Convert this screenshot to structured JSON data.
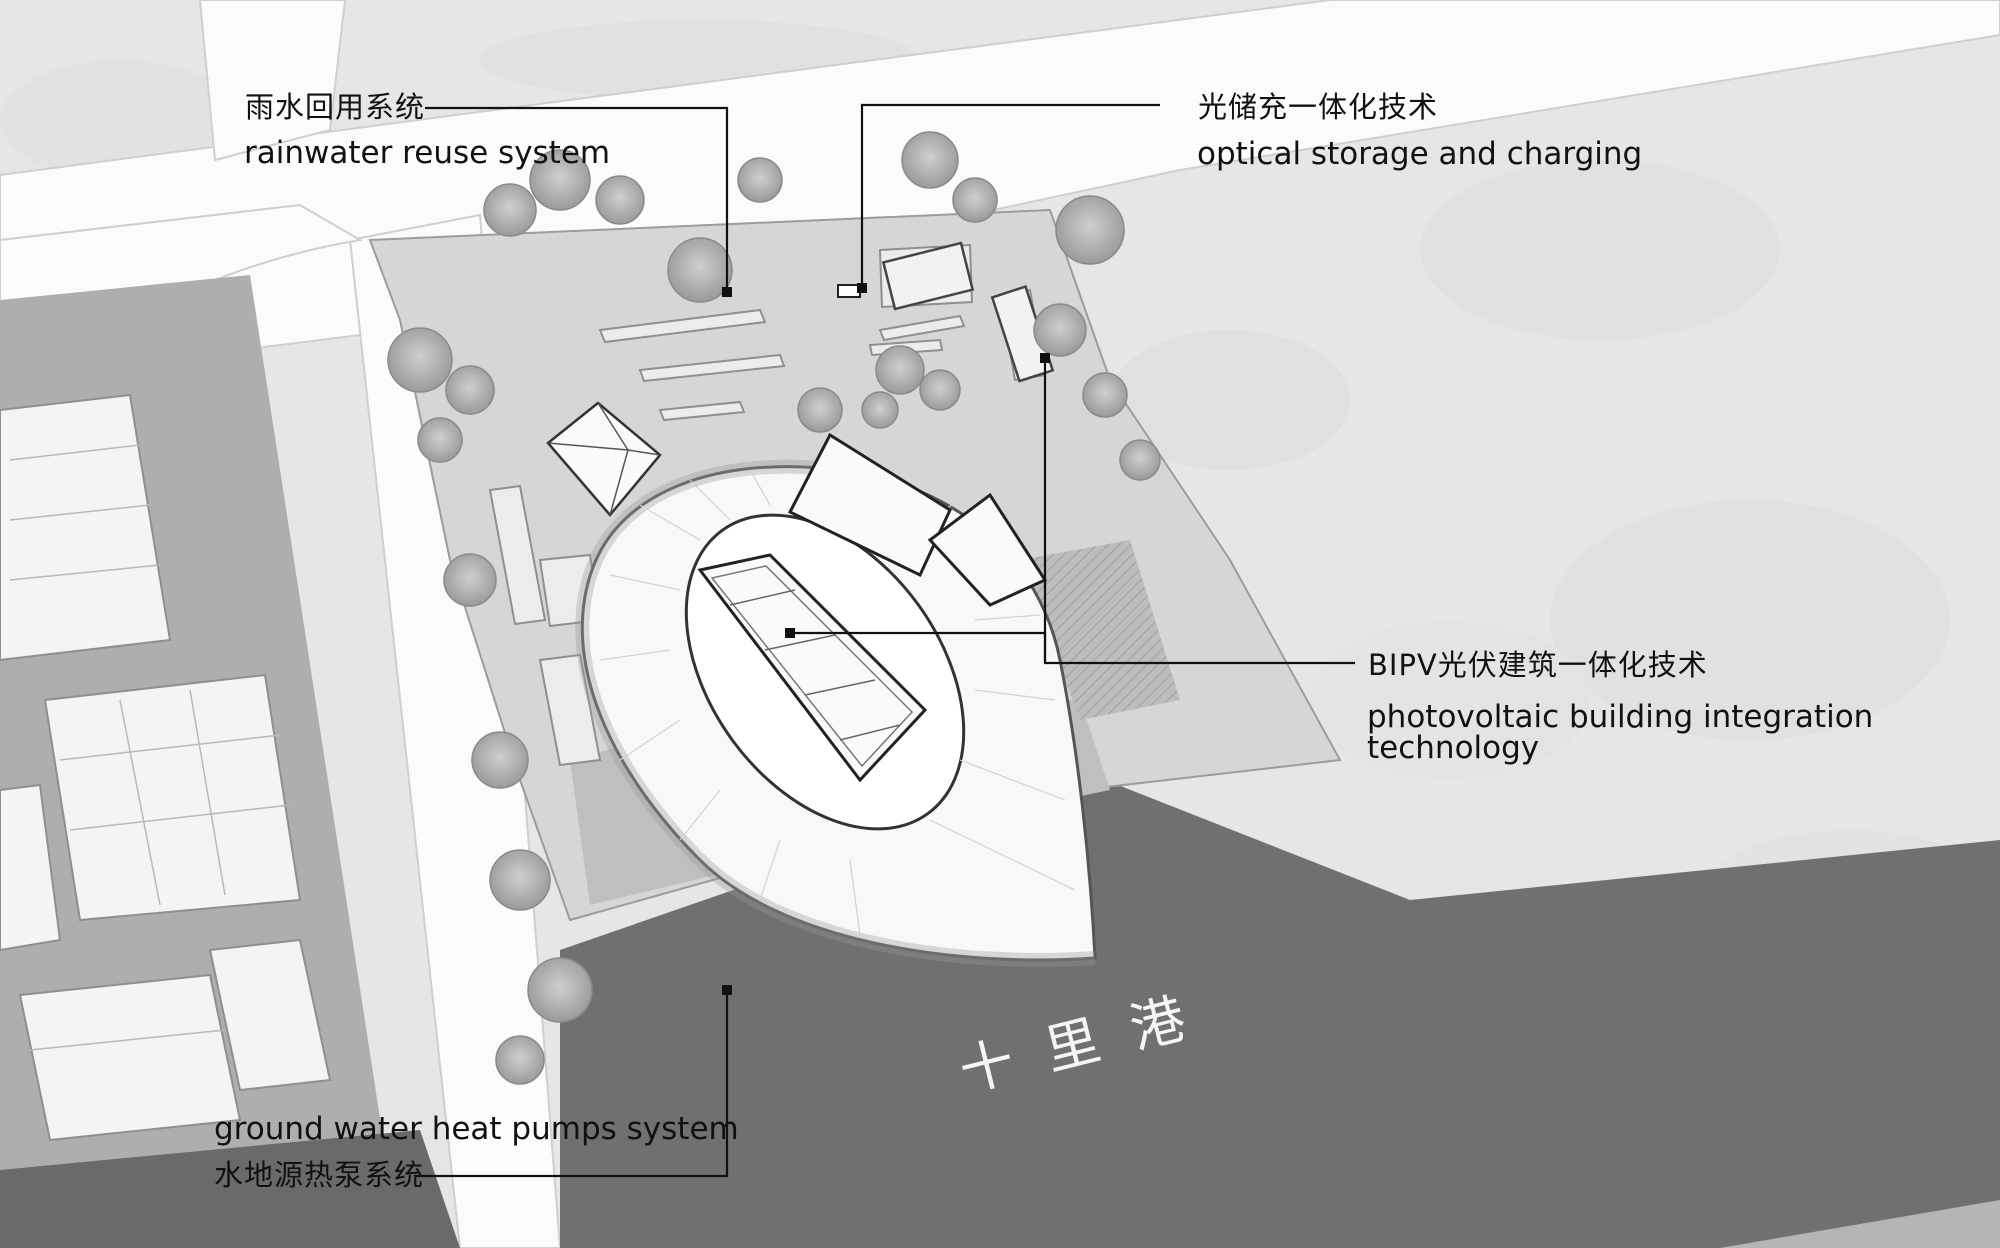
{
  "labels": {
    "rainwater": {
      "cn": "雨水回用系统",
      "en": "rainwater reuse system"
    },
    "optical": {
      "cn": "光储充一体化技术",
      "en": "optical storage and charging"
    },
    "bipv": {
      "cn": "BIPV光伏建筑一体化技术",
      "en": "photovoltaic building integration technology",
      "en_line1": "photovoltaic building integration",
      "en_line2": "technology"
    },
    "groundwater": {
      "en": "ground water heat pumps system",
      "cn": "水地源热泵系统"
    }
  },
  "river": {
    "name": "十里港"
  },
  "colors": {
    "ground": "#e8e8e8",
    "road": "#fbfbfb",
    "water": "#6e6e6e",
    "buildings_dark": "#aaaaaa",
    "plaza": "#cfcfcf",
    "roof": "#ffffff",
    "leader": "#111111"
  }
}
